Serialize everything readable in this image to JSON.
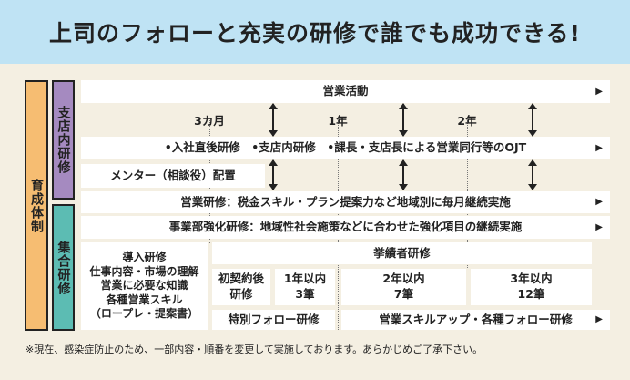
{
  "title": "上司のフォローと充実の研修で誰でも成功できる!",
  "side": {
    "main": "育成体制",
    "branch": "支店内研修",
    "group": "集合研修"
  },
  "rows": {
    "sales_activity": "営業活動",
    "milestones": [
      "3カ月",
      "1年",
      "2年"
    ],
    "ojt": "•入社直後研修　•支店内研修　•課長・支店長による営業同行等のOJT",
    "mentor": "メンター（相談役）配置",
    "sales_training": "営業研修：税金スキル・プラン提案力など地域別に毎月継続実施",
    "division_training": "事業部強化研修：地域性社会施策などに合わせた強化項目の継続実施"
  },
  "group": {
    "intro_lines": [
      "導入研修",
      "仕事内容・市場の理解",
      "営業に必要な知識",
      "各種営業スキル",
      "（ロープレ・提案書）"
    ],
    "achiever": "挙績者研修",
    "cells": [
      [
        "初契約後",
        "研修"
      ],
      [
        "1年以内",
        "3筆"
      ],
      [
        "2年以内",
        "7筆"
      ],
      [
        "3年以内",
        "12筆"
      ]
    ],
    "special": "特別フォロー研修",
    "skillup": "営業スキルアップ・各種フォロー研修"
  },
  "footnote": "※現在、感染症防止のため、一部内容・順番を変更して実施しております。あらかじめご了承下さい。",
  "arrow_glyph": "▶",
  "colors": {
    "orange": "#f6bd72",
    "purple": "#a58ac0",
    "teal": "#5cbcb3",
    "header": "#bfe3f4"
  }
}
